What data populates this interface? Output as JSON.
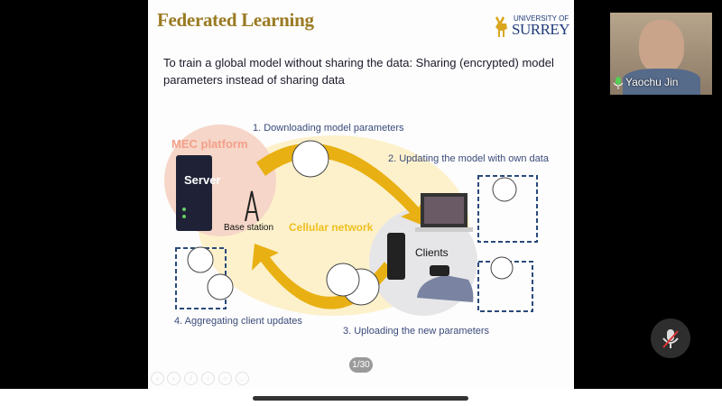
{
  "slide": {
    "title": "Federated Learning",
    "logo": {
      "line1": "UNIVERSITY OF",
      "line2": "SURREY"
    },
    "body": "To train a global model without sharing the data: Sharing (encrypted) model parameters instead of sharing data",
    "diagram": {
      "mec_platform": "MEC platform",
      "server": "Server",
      "base_station": "Base station",
      "cellular_network": "Cellular network",
      "clients": "Clients",
      "step1": "1. Downloading model parameters",
      "step2": "2. Updating the model with own data",
      "step3": "3. Uploading the new parameters",
      "step4": "4. Aggregating client updates"
    },
    "page_indicator": "1/30"
  },
  "toolbar": {
    "icons": [
      "previous-icon",
      "next-icon",
      "pen-icon",
      "copy-icon",
      "zoom-icon",
      "more-icon"
    ]
  },
  "participant": {
    "name": "Yaochu Jin"
  },
  "colors": {
    "title": "#9a7a22",
    "arrow": "#e8b012",
    "mec": "#f7d9cc",
    "network": "#fdf3d0"
  }
}
